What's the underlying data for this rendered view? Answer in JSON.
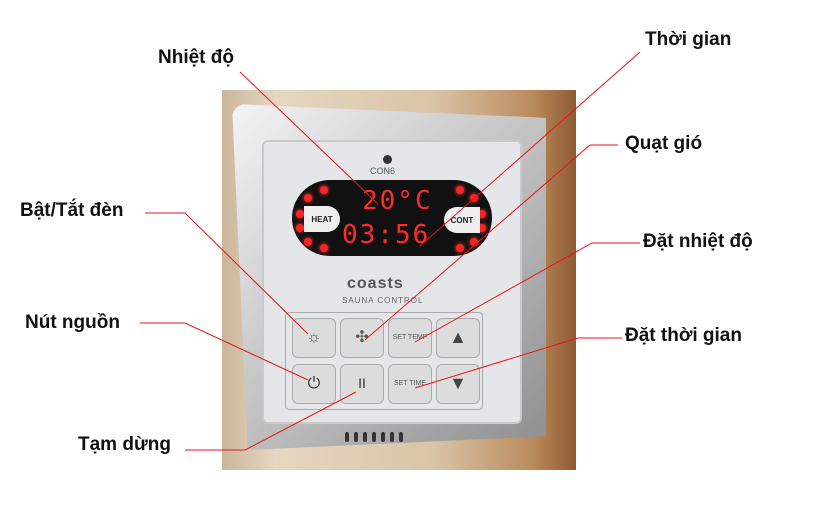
{
  "labels": {
    "temperature": "Nhiệt độ",
    "time": "Thời gian",
    "fan": "Quạt gió",
    "light": "Bật/Tắt đèn",
    "set_temp": "Đặt nhiệt độ",
    "power": "Nút nguồn",
    "set_time": "Đặt thời gian",
    "pause": "Tạm dừng"
  },
  "device": {
    "model": "CON6",
    "heat": "HEAT",
    "cont": "CONT",
    "temp_readout": "20°C",
    "time_readout": "03:56",
    "brand": "coasts",
    "subtitle": "SAUNA CONTROL",
    "keys": {
      "set_temp": "SET TEMP",
      "set_time": "SET TIME",
      "light": "☼",
      "fan": "✣",
      "up": "▲",
      "down": "▼",
      "power": "⏻",
      "pause": "II"
    }
  },
  "colors": {
    "leader_line": "#e8141a",
    "led": "#ff2a2a"
  }
}
